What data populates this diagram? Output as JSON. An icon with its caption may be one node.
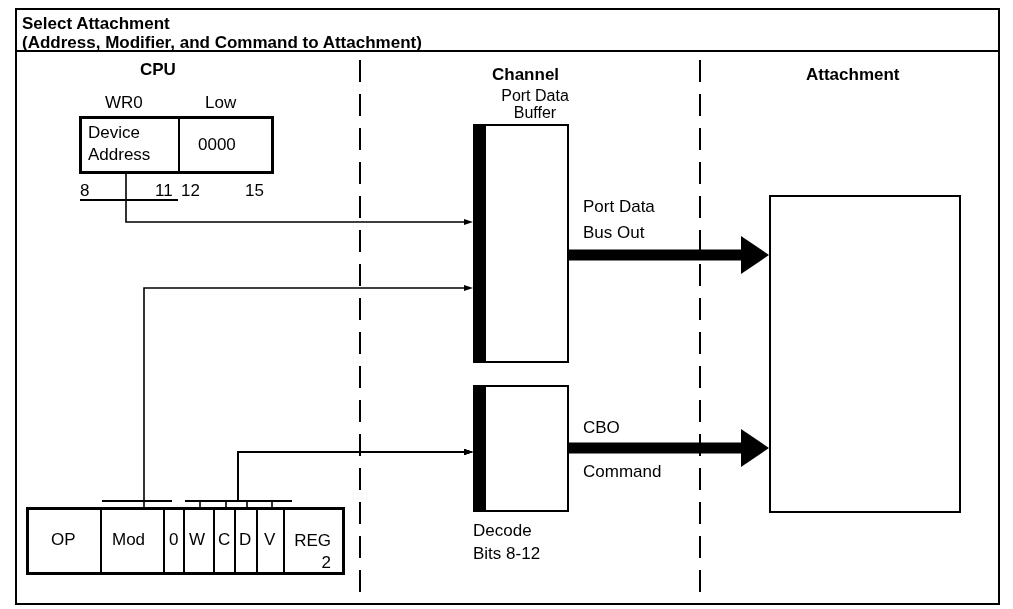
{
  "diagram": {
    "title": "Select Attachment (Address, Modifier, and Command to Attachment)",
    "nodes": [
      {
        "text": [
          "Device Address"
        ]
      },
      {
        "text": [
          "0000"
        ]
      },
      {
        "text": [
          "Port Data Buffer"
        ]
      },
      {
        "text": [
          "Decode Bits 8-12"
        ]
      },
      {
        "text": [],
        "shape": "box"
      },
      {
        "text": [
          "OP"
        ]
      },
      {
        "text": [
          "Mod"
        ]
      },
      {
        "text": [
          "0"
        ]
      },
      {
        "text": [
          "W"
        ]
      },
      {
        "text": [
          "C"
        ]
      },
      {
        "text": [
          "D"
        ]
      },
      {
        "text": [
          "V"
        ]
      },
      {
        "text": [
          "REG 2"
        ]
      }
    ],
    "edges": [
      {
        "from": 0,
        "to": 2,
        "arrow": "to"
      },
      {
        "from": 6,
        "to": 2,
        "arrow": "to"
      },
      {
        "from": 8,
        "to": 3,
        "arrow": "to"
      },
      {
        "from": 9,
        "to": 3,
        "arrow": "to"
      },
      {
        "from": 10,
        "to": 3,
        "arrow": "to"
      },
      {
        "from": 11,
        "to": 3,
        "arrow": "to"
      },
      {
        "from": 2,
        "to": 4,
        "arrow": "to",
        "label": "Port Data Bus Out",
        "style": "thick"
      },
      {
        "from": 3,
        "to": 4,
        "arrow": "to",
        "label": "CBO",
        "style": "thick"
      }
    ],
    "labels": [
      "CPU",
      "WR0",
      "Low",
      "8",
      "11",
      "12",
      "15",
      "Channel",
      "Attachment",
      "Command"
    ]
  }
}
